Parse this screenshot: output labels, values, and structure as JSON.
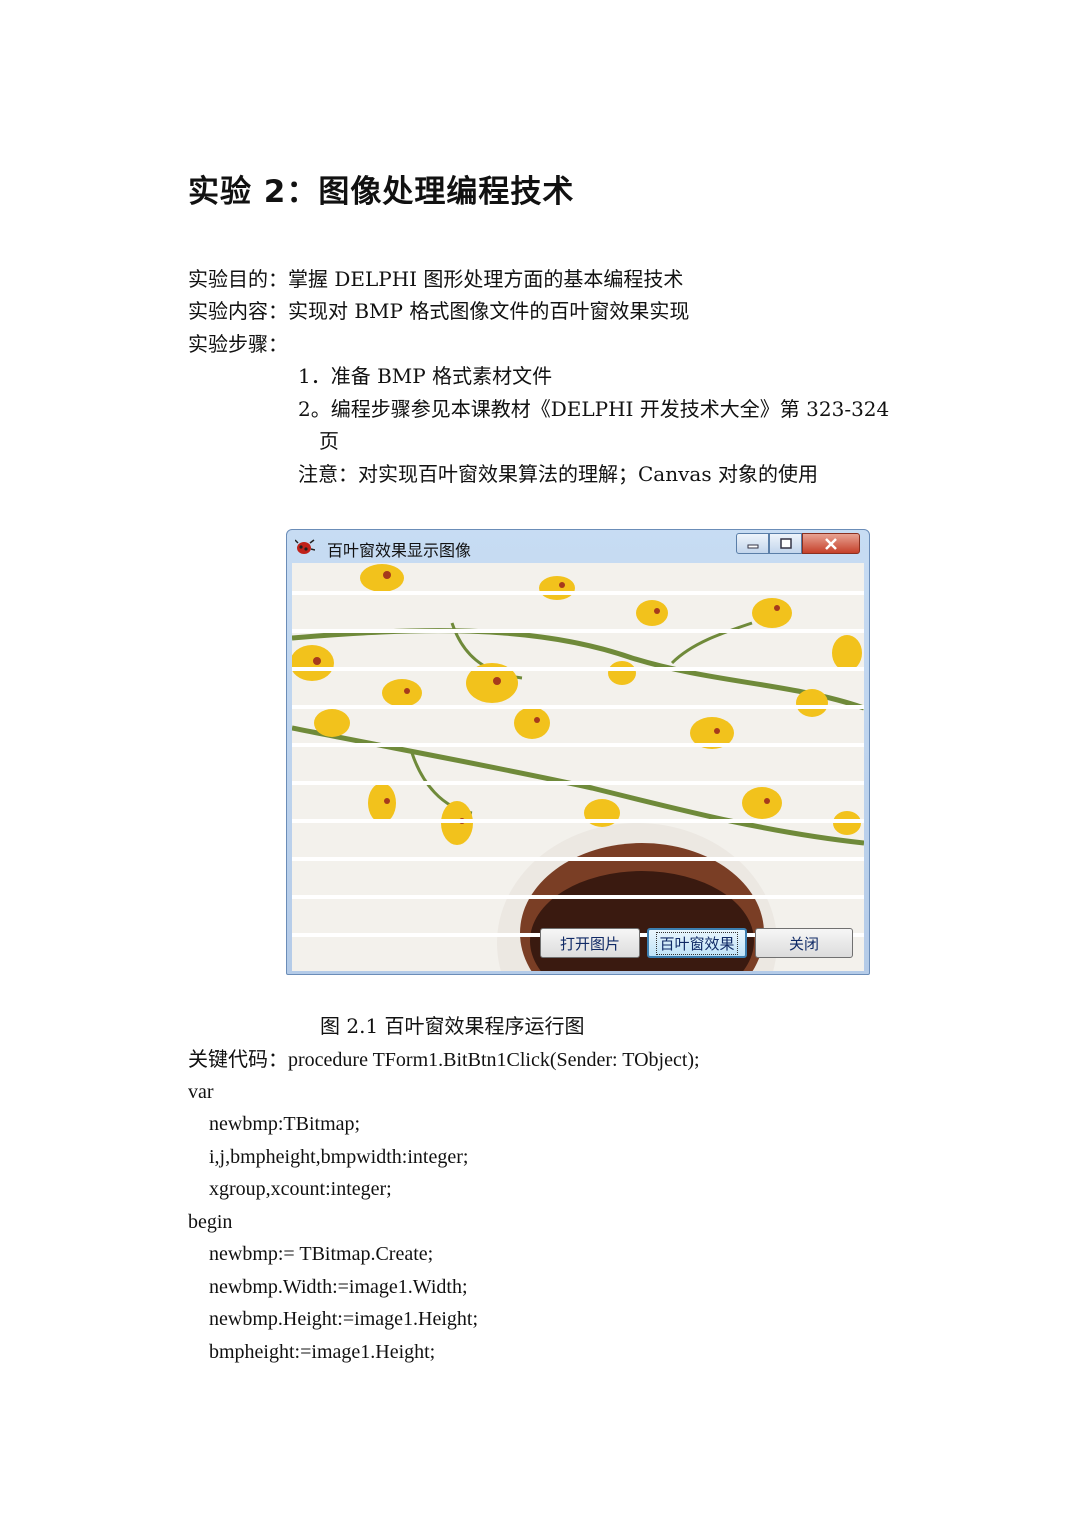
{
  "title": "实验 2：图像处理编程技术",
  "intro": {
    "purpose": "实验目的：掌握 DELPHI 图形处理方面的基本编程技术",
    "content": "实验内容：实现对 BMP 格式图像文件的百叶窗效果实现",
    "steps_label": "实验步骤："
  },
  "steps": {
    "step1": "1．准备 BMP 格式素材文件",
    "step2_line1": "2。编程步骤参见本课教材《DELPHI 开发技术大全》第 323-324",
    "step2_line2": "页",
    "note": "注意：对实现百叶窗效果算法的理解；Canvas 对象的使用"
  },
  "window": {
    "title": "百叶窗效果显示图像",
    "buttons": {
      "open": "打开图片",
      "blinds": "百叶窗效果",
      "close": "关闭"
    }
  },
  "caption": "图 2.1 百叶窗效果程序运行图",
  "code_label": "关键代码：",
  "code_lines": [
    "procedure TForm1.BitBtn1Click(Sender: TObject);",
    "var",
    "newbmp:TBitmap;",
    "i,j,bmpheight,bmpwidth:integer;",
    "xgroup,xcount:integer;",
    "begin",
    "newbmp:= TBitmap.Create;",
    "newbmp.Width:=image1.Width;",
    "newbmp.Height:=image1.Height;",
    "bmpheight:=image1.Height;"
  ],
  "colors": {
    "flower": "#f2c21c",
    "stem": "#6f8a3a",
    "window_frame": "#b4cbe8"
  }
}
